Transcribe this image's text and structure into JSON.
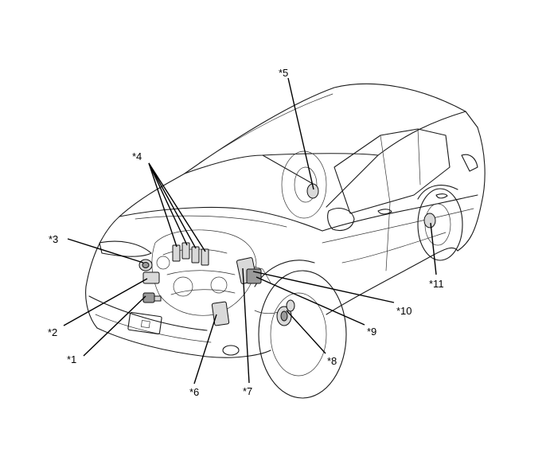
{
  "callouts": [
    {
      "id": "1",
      "text": "*1"
    },
    {
      "id": "2",
      "text": "*2"
    },
    {
      "id": "3",
      "text": "*3"
    },
    {
      "id": "4",
      "text": "*4"
    },
    {
      "id": "5",
      "text": "*5"
    },
    {
      "id": "6",
      "text": "*6"
    },
    {
      "id": "7",
      "text": "*7"
    },
    {
      "id": "8",
      "text": "*8"
    },
    {
      "id": "9",
      "text": "*9"
    },
    {
      "id": "10",
      "text": "*10"
    },
    {
      "id": "11",
      "text": "*11"
    }
  ]
}
